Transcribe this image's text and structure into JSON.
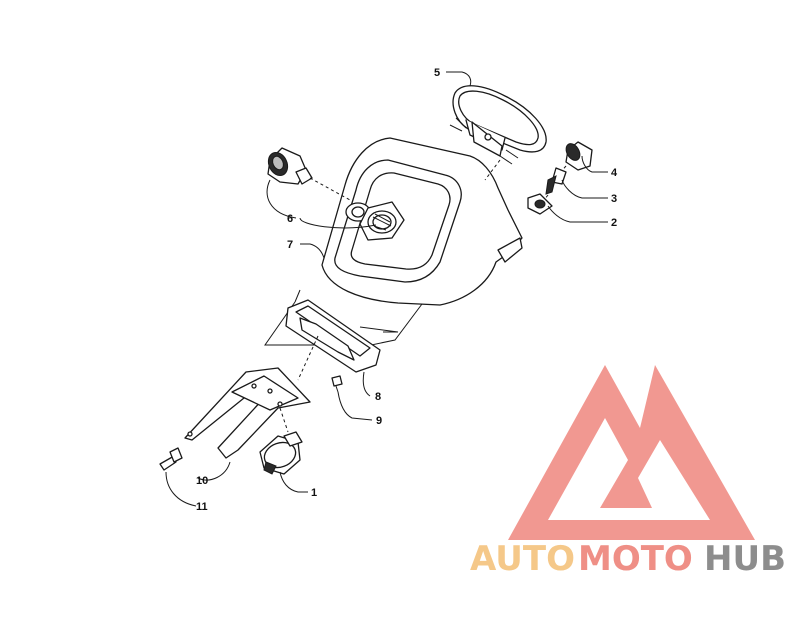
{
  "diagram": {
    "callouts": [
      {
        "id": "1",
        "label": "1"
      },
      {
        "id": "2",
        "label": "2"
      },
      {
        "id": "3",
        "label": "3"
      },
      {
        "id": "4",
        "label": "4"
      },
      {
        "id": "5",
        "label": "5"
      },
      {
        "id": "6",
        "label": "6"
      },
      {
        "id": "7",
        "label": "7"
      },
      {
        "id": "8",
        "label": "8"
      },
      {
        "id": "9",
        "label": "9"
      },
      {
        "id": "10",
        "label": "10"
      },
      {
        "id": "11",
        "label": "11"
      }
    ]
  },
  "watermark": {
    "part1": "AUTO",
    "part2": "MOTO",
    "part3": "HUB",
    "colors": {
      "part1": "#f5c889",
      "part2": "#ef8f86",
      "part3": "#8d8d8d",
      "logo": "#f0928b"
    }
  }
}
